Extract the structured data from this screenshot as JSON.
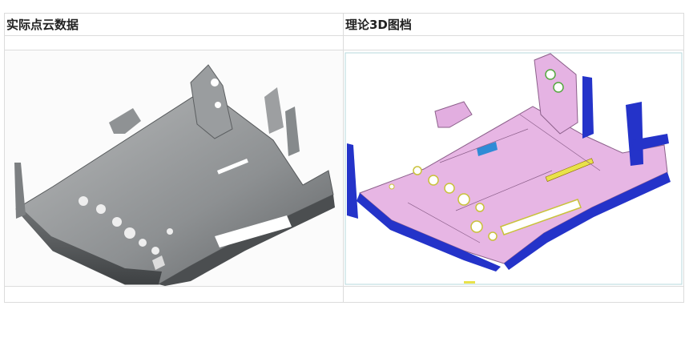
{
  "table": {
    "headers": {
      "left": "实际点云数据",
      "right": "理论3D图档"
    },
    "left_image": {
      "subject": "gray scanned point-cloud model of a sheet-metal tray bracket"
    },
    "right_image": {
      "subject": "pink CAD 3D model of the same tray bracket with blue flanges and yellow-rimmed holes"
    }
  },
  "colors": {
    "border": "#dcdcdc",
    "scan_gray": "#8a8d8f",
    "cad_pink": "#e7b6e4",
    "cad_blue": "#2433c9",
    "cad_yellow": "#e9e24a",
    "cad_cyan": "#2f8bd6"
  }
}
